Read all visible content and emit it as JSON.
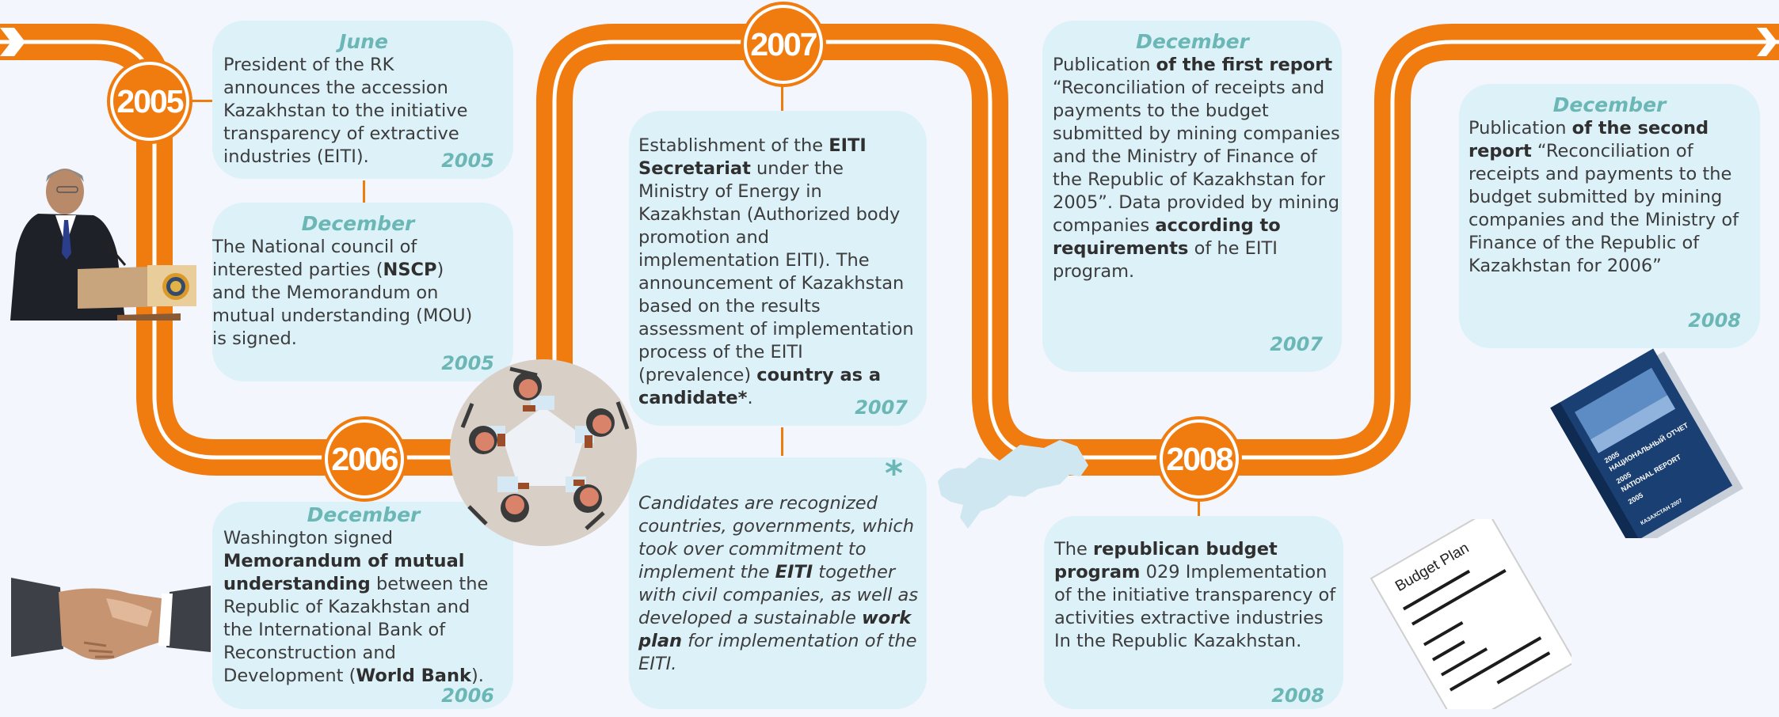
{
  "colors": {
    "road": "#f07c10",
    "card": "#ddf1f9",
    "accent_text": "#6ab7b5",
    "background": "#f3f6fc"
  },
  "badges": [
    "2005",
    "2006",
    "2007",
    "2008"
  ],
  "cards": {
    "c2005_june": {
      "month": "June",
      "text": "President of the RK announces the accession Kazakhstan to the initiative transparency of extractive industries (EITI).",
      "year": "2005"
    },
    "c2005_dec": {
      "month": "December",
      "t1": "The National council of interested parties (",
      "b1": "NSCP",
      "t2": ") and the Memorandum on mutual understanding (MOU) is signed.",
      "year": "2005"
    },
    "c2006_dec": {
      "month": "December",
      "t1": "Washington signed ",
      "b1": "Memorandum of mutual understanding",
      "t2": " between the Republic of Kazakhstan and the International Bank of Reconstruction and Development (",
      "b2": "World Bank",
      "t3": ").",
      "year": "2006"
    },
    "c2007": {
      "t1": "Establishment of the ",
      "b1": "EITI Secretariat",
      "t2": " under the Ministry of Energy in Kazakhstan (Authorized body promotion and implementation EITI). The announcement of Kazakhstan based on the  results assessment of implementation process of the EITI (prevalence) ",
      "b2": "country as a candidate*",
      "t3": ".",
      "year": "2007"
    },
    "c2007_note": {
      "mark": "*",
      "t1": "Candidates are recognized countries, governments, which took over commitment to implement the ",
      "b1": "EITI",
      "t2": " together with civil companies, as well as developed a sustainable ",
      "b2": "work plan",
      "t3": " for implementation of the EITI."
    },
    "c2007_dec": {
      "month": "December",
      "t1": "Publication ",
      "b1": "of the first report",
      "t2": " “Reconciliation of receipts and payments to the budget submitted by mining companies and the Ministry of Finance of the Republic of Kazakhstan for 2005”. Data provided by mining companies ",
      "b2": "according to requirements",
      "t3": " of he EITI program.",
      "year": "2007"
    },
    "c2008": {
      "t1": "The ",
      "b1": "republican budget program",
      "t2": " 029 Implementation of the initiative transparency of activities extractive industries In the Republic Kazakhstan.",
      "year": "2008"
    },
    "c2008_dec": {
      "month": "December",
      "t1": "Publication ",
      "b1": "of the second report",
      "t2": " “Reconciliation of receipts and payments to the budget submitted by mining companies and the Ministry of Finance of the Republic of Kazakhstan for 2006”",
      "year": "2008"
    }
  },
  "illustrations": {
    "budget_doc_title": "Budget Plan",
    "book_cover_lines": [
      "2005",
      "НАЦИОНАЛЬНЫЙ ОТЧЕТ",
      "2005",
      "NATIONAL REPORT",
      "2005",
      "КАЗАХСТАН 2007"
    ]
  }
}
